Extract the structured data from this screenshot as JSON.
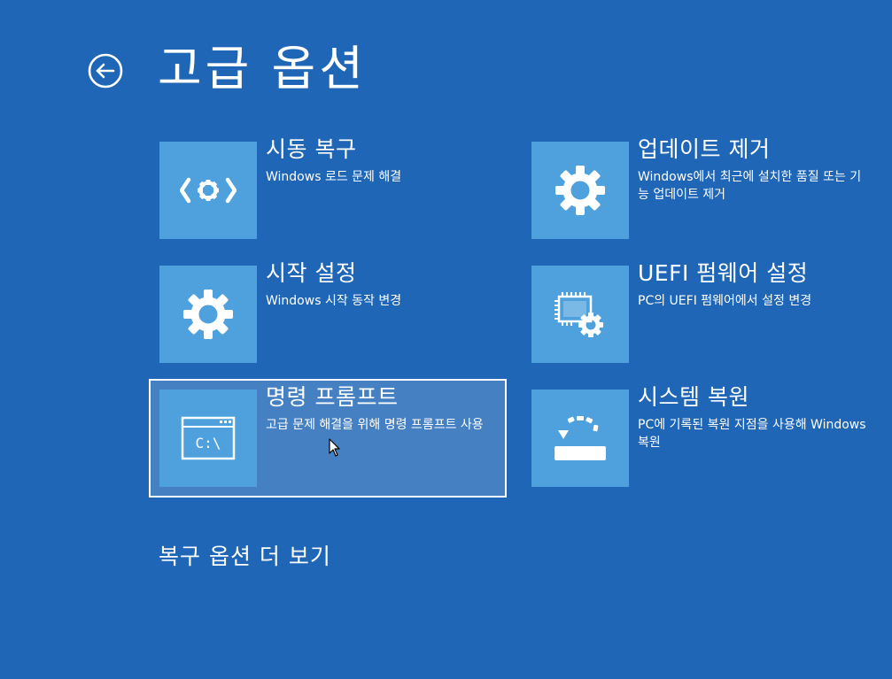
{
  "header": {
    "title": "고급 옵션"
  },
  "options": [
    {
      "title": "시동 복구",
      "description": "Windows 로드 문제 해결",
      "icon": "startup-repair-icon"
    },
    {
      "title": "업데이트 제거",
      "description": "Windows에서 최근에 설치한 품질 또는 기능 업데이트 제거",
      "icon": "gear-icon"
    },
    {
      "title": "시작 설정",
      "description": "Windows 시작 동작 변경",
      "icon": "gear-icon"
    },
    {
      "title": "UEFI 펌웨어 설정",
      "description": "PC의 UEFI 펌웨어에서 설정 변경",
      "icon": "firmware-chip-gear-icon"
    },
    {
      "title": "명령 프롬프트",
      "description": "고급 문제 해결을 위해 명령 프롬프트 사용",
      "icon": "command-prompt-icon",
      "icon_text": "C:\\"
    },
    {
      "title": "시스템 복원",
      "description": "PC에 기록된 복원 지점을 사용해 Windows 복원",
      "icon": "system-restore-icon"
    }
  ],
  "footer": {
    "more_options": "복구 옵션 더 보기"
  },
  "colors": {
    "background": "#1f66b6",
    "tile_icon": "#4ea1dc",
    "selected_fill": "#6496cd"
  }
}
